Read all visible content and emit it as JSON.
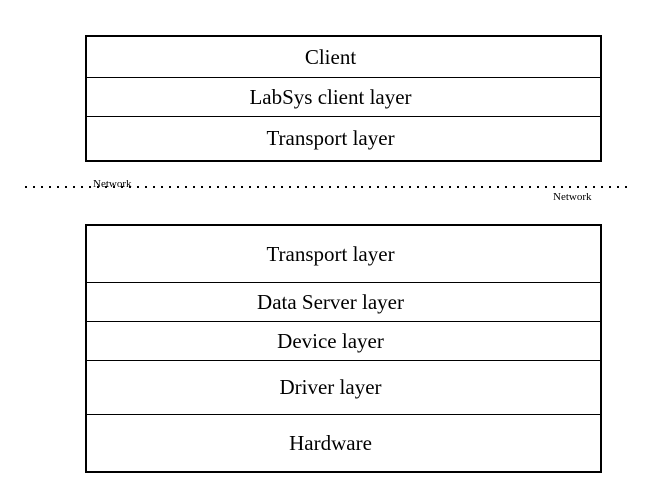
{
  "diagram": {
    "client_stack": {
      "layers": [
        {
          "label": "Client"
        },
        {
          "label": "LabSys client layer"
        },
        {
          "label": "Transport layer"
        }
      ]
    },
    "network_boundary": {
      "left_label": "Network",
      "right_label": "Network"
    },
    "server_stack": {
      "layers": [
        {
          "label": "Transport layer"
        },
        {
          "label": "Data Server layer"
        },
        {
          "label": "Device layer"
        },
        {
          "label": "Driver layer"
        },
        {
          "label": "Hardware"
        }
      ]
    },
    "colors": {
      "border": "#000000",
      "background": "#ffffff",
      "text": "#000000"
    }
  }
}
